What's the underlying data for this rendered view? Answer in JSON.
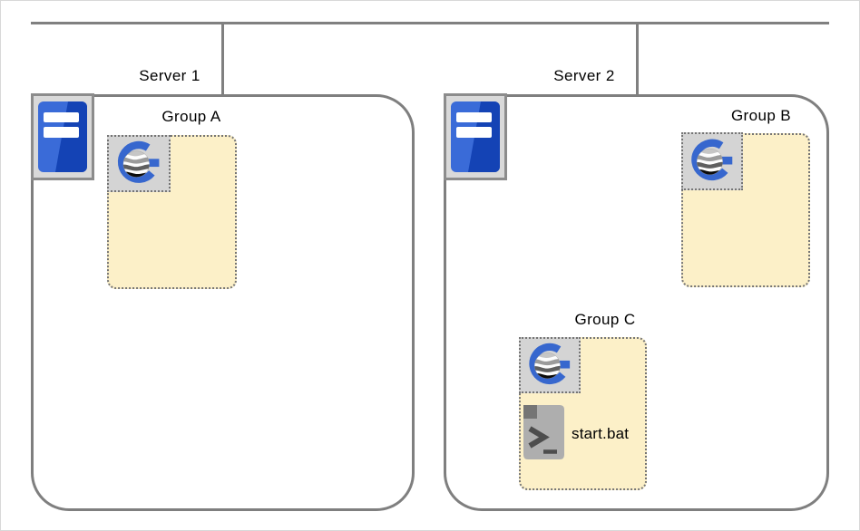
{
  "diagram_title": "",
  "network": {
    "bus_line": "network-bus",
    "colors": {
      "line_gray": "#7f7f7f",
      "group_fill": "#fcf0c8",
      "dotted_border": "#757575",
      "icon_tile_bg": "#d4d4d4",
      "server_frame_bg": "#d9d9d9",
      "server_blue_light": "#3a6bd8",
      "server_blue_dark": "#1443b5",
      "g_logo_blue": "#3767ce",
      "file_gray": "#aeaeae",
      "file_fold_gray": "#757575",
      "glyph_dark": "#4d4d4d"
    }
  },
  "servers": [
    {
      "label": "Server 1",
      "icon": "server-tower-icon",
      "groups": [
        {
          "label": "Group A",
          "icon": "g-logo-icon",
          "files": []
        }
      ]
    },
    {
      "label": "Server 2",
      "icon": "server-tower-icon",
      "groups": [
        {
          "label": "Group B",
          "icon": "g-logo-icon",
          "files": []
        },
        {
          "label": "Group C",
          "icon": "g-logo-icon",
          "files": [
            {
              "name": "start.bat",
              "icon": "batch-script-icon"
            }
          ]
        }
      ]
    }
  ]
}
